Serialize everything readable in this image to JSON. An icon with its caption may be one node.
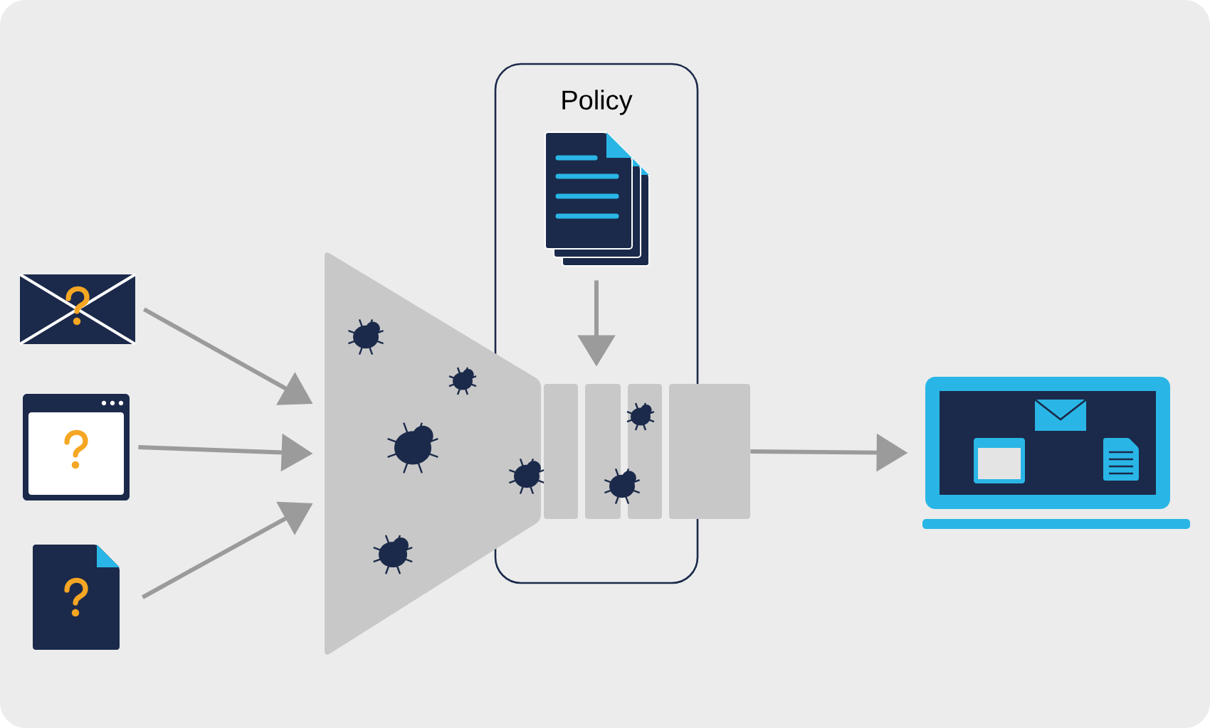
{
  "diagram": {
    "nodes": [
      {
        "text": [],
        "shape": "picture"
      },
      {
        "text": [],
        "shape": "picture"
      },
      {
        "text": [],
        "shape": "picture"
      },
      {
        "text": [],
        "shape": "picture"
      },
      {
        "text": [
          "Policy"
        ]
      },
      {
        "text": [],
        "shape": "picture",
        "in": 4
      },
      {
        "text": [],
        "shape": "box"
      },
      {
        "text": [],
        "shape": "picture"
      }
    ],
    "edges": [
      {
        "from": 0,
        "to": 3,
        "arrow": "to"
      },
      {
        "from": 1,
        "to": 3,
        "arrow": "to"
      },
      {
        "from": 2,
        "to": 3,
        "arrow": "to"
      },
      {
        "from": 5,
        "to": 6,
        "arrow": "to"
      },
      {
        "from": 6,
        "to": 7,
        "arrow": "to"
      }
    ]
  }
}
